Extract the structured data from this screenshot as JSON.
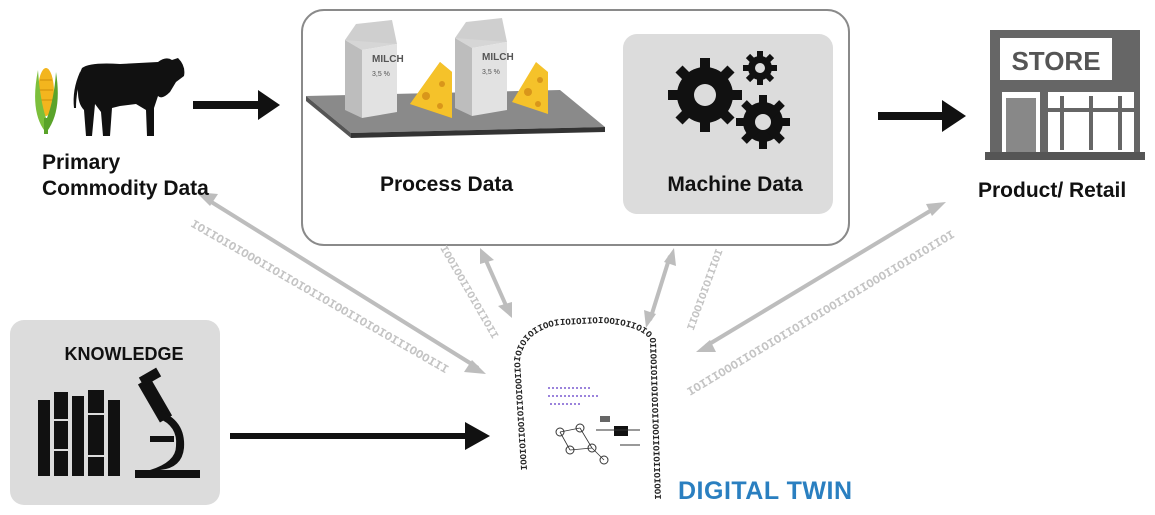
{
  "labels": {
    "primary_commodity": "Primary Commodity Data",
    "process_data": "Process Data",
    "machine_data": "Machine Data",
    "product_retail": "Product/ Retail",
    "knowledge": "KNOWLEDGE",
    "digital_twin": "DIGITAL TWIN"
  },
  "store_sign": "STORE",
  "carton_text": "MILCH",
  "carton_fat": "3,5 %",
  "binary_streams": {
    "left": "IOIIOIOIOOOIIOIIOIOIIOIOOIIOIOIOIIIOOOIII",
    "center_left": "IOOIOOIIOIOIIOII",
    "center_right": "IOIIIOIOIOOII",
    "right": "IOIIIOOOIIOIOIOIIOIIOIOOIIOIIOOOIIOIOIOIIOI",
    "head_outline": "IOOIOIIOOIOIIOIOOIIOIOIOIOIIOOIIOIOIIOIOOIOIIOIOOIIOOIOIIOIOIOIIOOIIOIOIIOIOOIOIIOIOOIIOOIOIIOIOI"
  },
  "colors": {
    "accent_blue": "#2a7fc0",
    "arrow_black": "#111111",
    "arrow_gray": "#bdbdbd",
    "panel_gray": "#dcdcdc",
    "cheese_yellow": "#f5c22a"
  },
  "icons": [
    "corn-icon",
    "cow-icon",
    "milk-carton-icon",
    "cheese-icon",
    "conveyor-icon",
    "gears-icon",
    "store-icon",
    "books-icon",
    "microscope-icon",
    "digital-twin-head-icon"
  ]
}
